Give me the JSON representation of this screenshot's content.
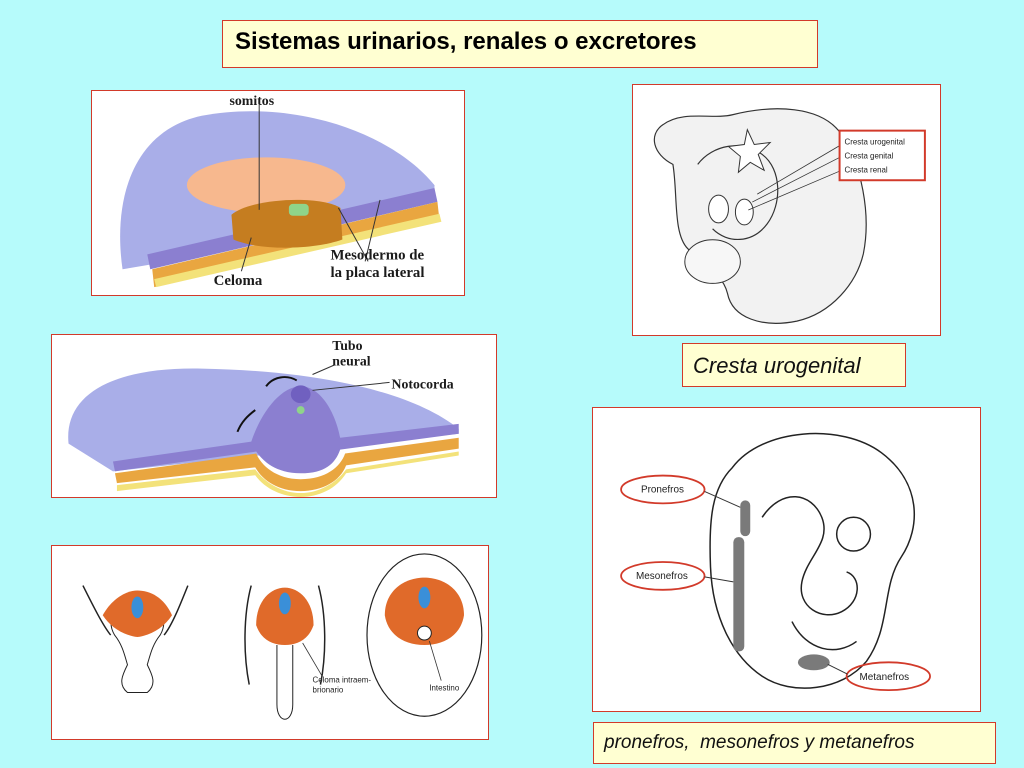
{
  "title": "Sistemas urinarios, renales o excretores",
  "figure1": {
    "label_somitos": "somitos",
    "label_mesodermo_1": "Mesodermo de",
    "label_mesodermo_2": "la placa lateral",
    "label_celoma": "Celoma"
  },
  "figure2": {
    "label_tubo_1": "Tubo",
    "label_tubo_2": "neural",
    "label_notocorda": "Notocorda"
  },
  "figure3": {
    "label_celoma_1": "Celoma intraem-",
    "label_celoma_2": "brionario",
    "label_intestino": "Intestino"
  },
  "figure4": {
    "label_urogenital": "Cresta urogenital",
    "label_genital": "Cresta genital",
    "label_renal": "Cresta renal"
  },
  "caption_cresta": "Cresta urogenital",
  "figure5": {
    "label_pronefros": "Pronefros",
    "label_mesonefros": "Mesonefros",
    "label_metanefros": "Metanefros"
  },
  "caption_nefros": "pronefros,  mesonefros y metanefros",
  "colors": {
    "background": "#b6fbfb",
    "box_fill": "#ffffd2",
    "border": "#d23a2a",
    "ectoderm": "#9aa0e8",
    "mesoderm": "#d89a2e",
    "neural_tube": "#3a8fd8",
    "embryo_orange": "#e06a2a"
  }
}
